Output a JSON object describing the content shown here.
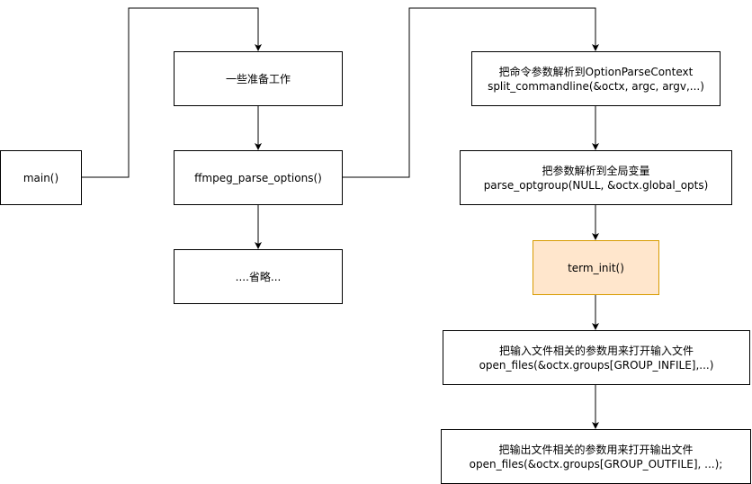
{
  "colors": {
    "stroke": "#000000",
    "box_fill": "#ffffff",
    "highlight_fill": "#ffe6cc",
    "highlight_stroke": "#d79b00"
  },
  "nodes": {
    "main": {
      "lines": [
        "main()"
      ]
    },
    "prep": {
      "lines": [
        "一些准备工作"
      ]
    },
    "parse_options": {
      "lines": [
        "ffmpeg_parse_options()"
      ]
    },
    "omitted": {
      "lines": [
        "....省略..."
      ]
    },
    "split_cmdline": {
      "lines": [
        "把命令参数解析到OptionParseContext",
        "split_commandline(&octx, argc, argv,...)"
      ]
    },
    "parse_optgroup": {
      "lines": [
        "把参数解析到全局变量",
        "parse_optgroup(NULL, &octx.global_opts)"
      ]
    },
    "term_init": {
      "lines": [
        "term_init()"
      ]
    },
    "open_input": {
      "lines": [
        "把输入文件相关的参数用来打开输入文件",
        "open_files(&octx.groups[GROUP_INFILE],...)"
      ]
    },
    "open_output": {
      "lines": [
        "把输出文件相关的参数用来打开输出文件",
        "open_files(&octx.groups[GROUP_OUTFILE], ...);"
      ]
    }
  }
}
